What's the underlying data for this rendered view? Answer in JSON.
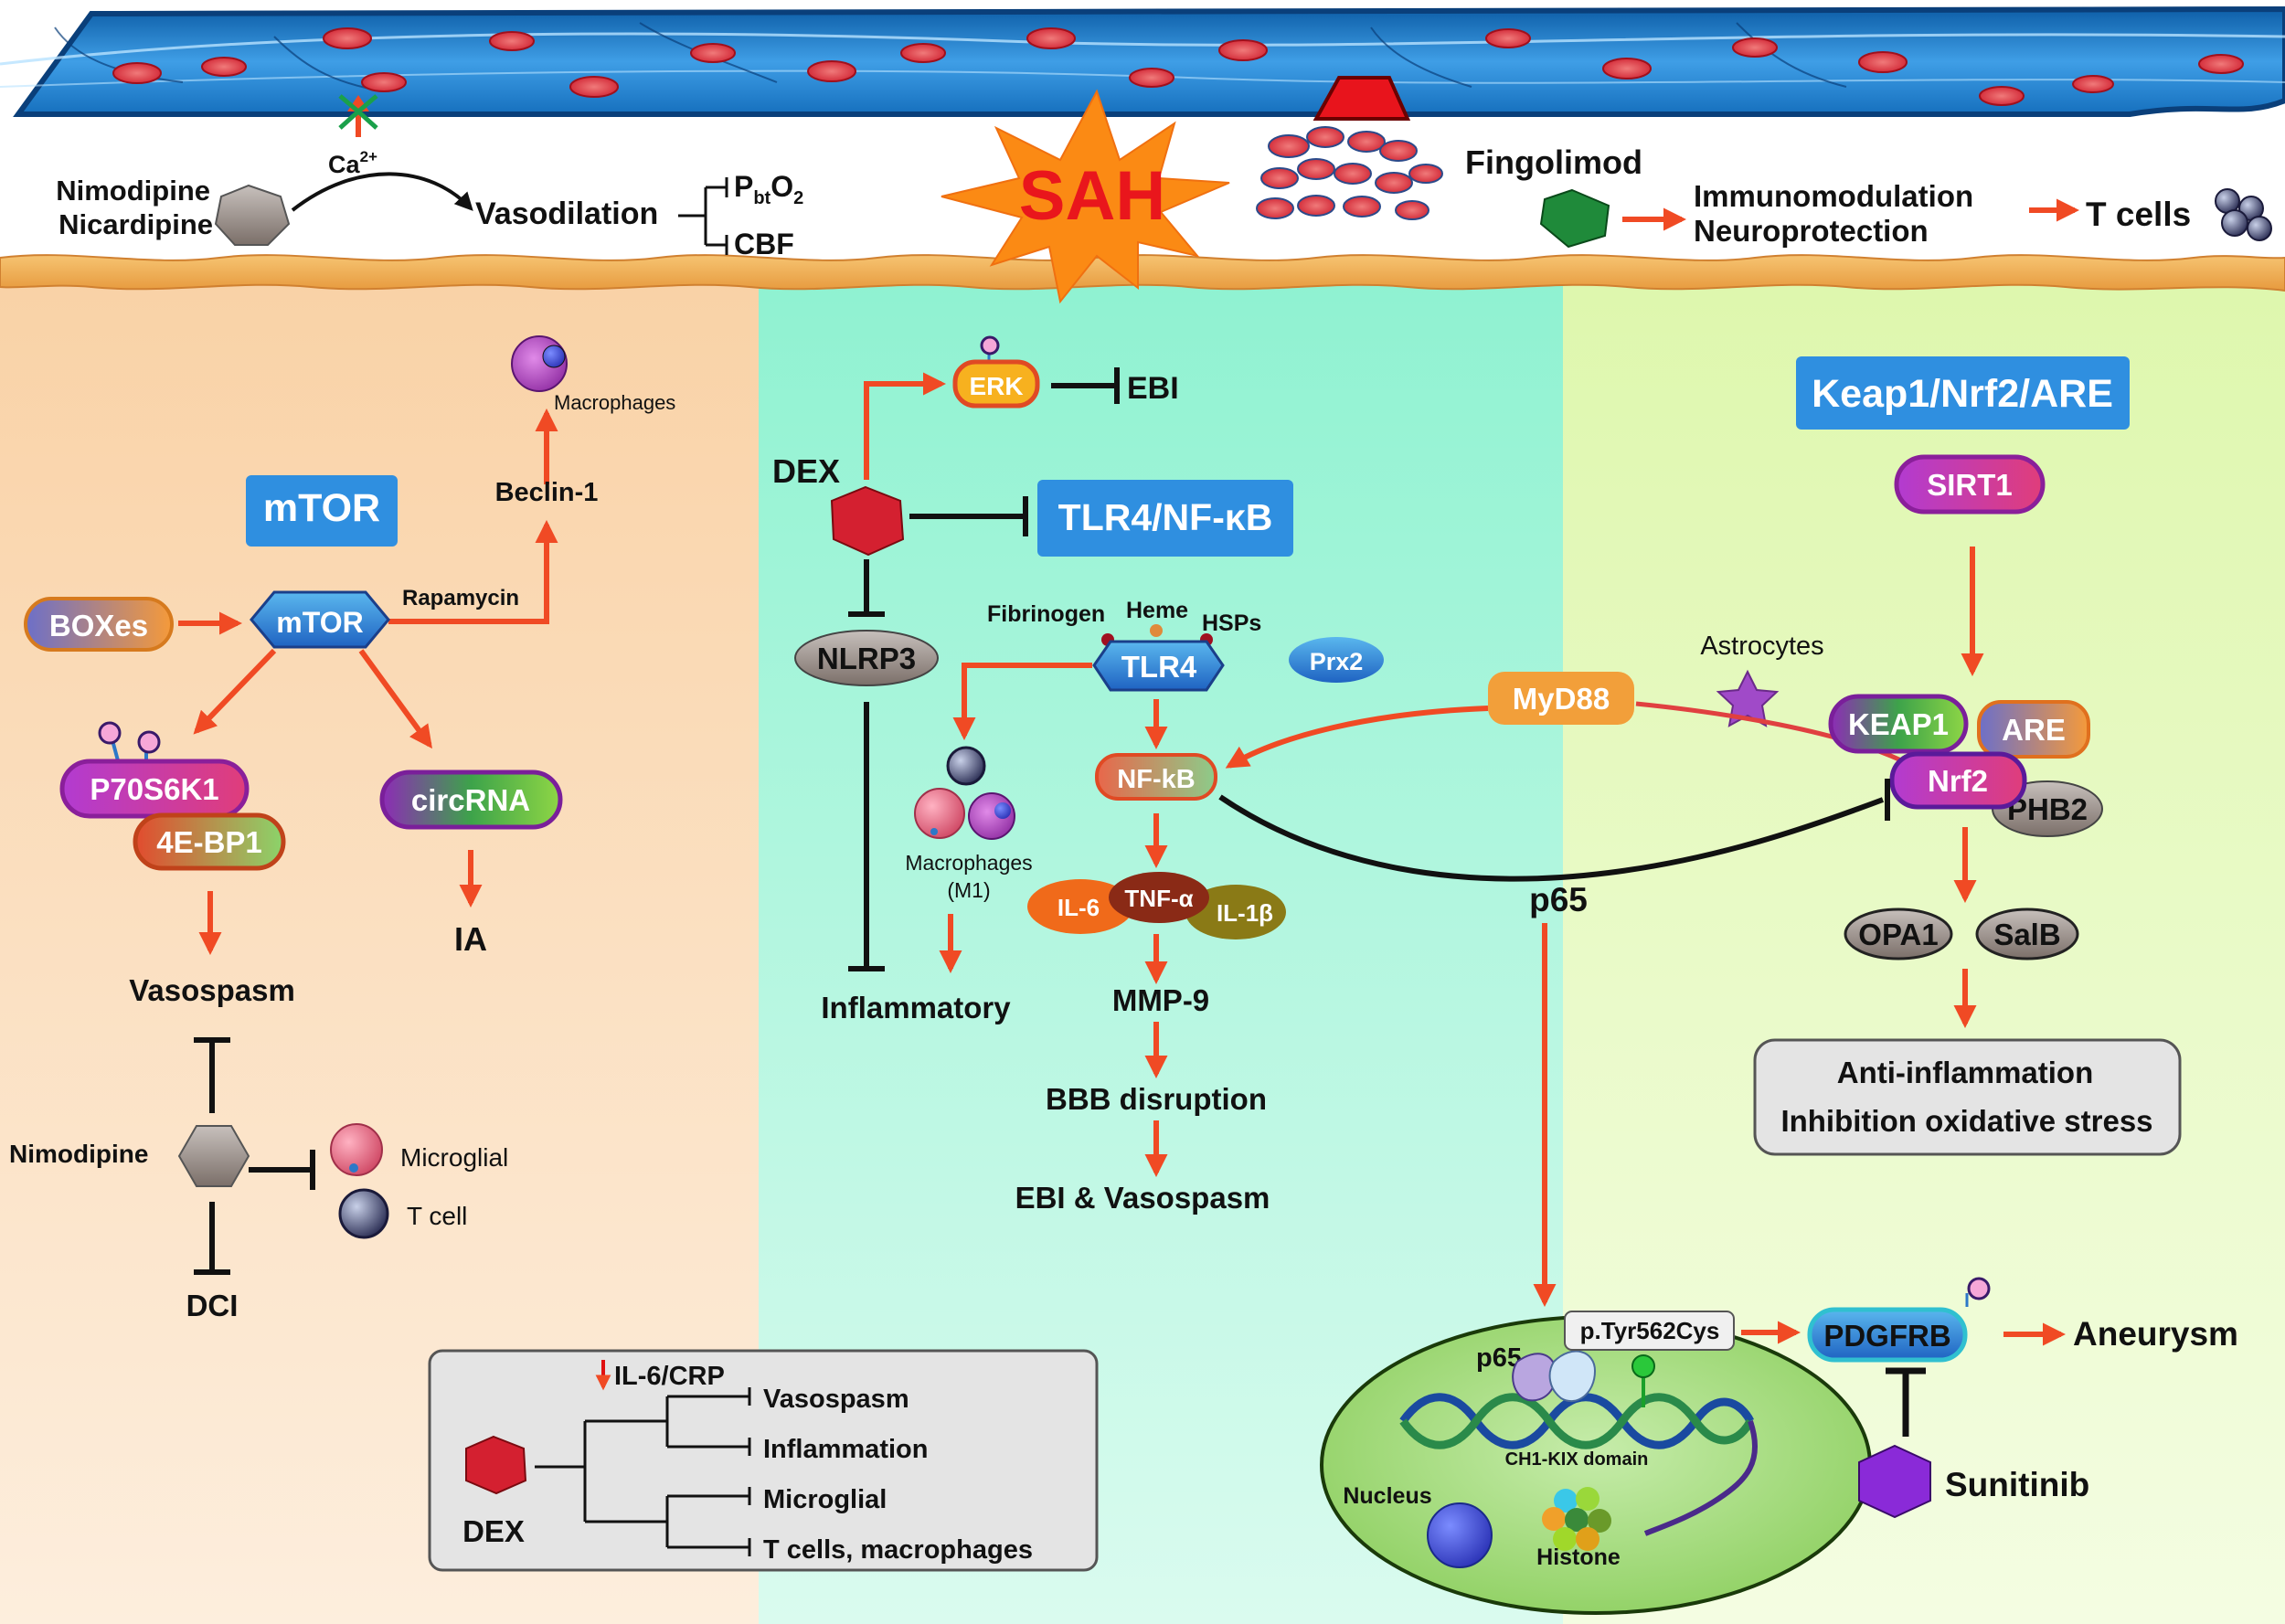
{
  "vessel": {
    "left_drug_1": "Nimodipine",
    "left_drug_2": "Nicardipine",
    "calcium": "Ca",
    "calcium_sup": "2+",
    "vasodilation": "Vasodilation",
    "pbto2_main": "P",
    "pbto2_sub": "bt",
    "pbto2_o": "O",
    "pbto2_o_sub": "2",
    "cbf": "CBF",
    "sah": "SAH",
    "fingolimod": "Fingolimod",
    "immunomodulation": "Immunomodulation",
    "neuroprotection": "Neuroprotection",
    "t_cells": "T cells"
  },
  "left_panel": {
    "title": "mTOR",
    "macrophages": "Macrophages",
    "beclin": "Beclin-1",
    "rapamycin": "Rapamycin",
    "boxes": "BOXes",
    "mtor_node": "mTOR",
    "p70": "P70S6K1",
    "ebp": "4E-BP1",
    "circrna": "circRNA",
    "ia": "IA",
    "vasospasm": "Vasospasm",
    "nimodipine": "Nimodipine",
    "microglial": "Microglial",
    "tcell": "T cell",
    "dci": "DCI"
  },
  "middle_panel": {
    "erk": "ERK",
    "ebi": "EBI",
    "dex": "DEX",
    "tlr4nfkb": "TLR4/NF-κB",
    "nlrp3": "NLRP3",
    "fibrinogen": "Fibrinogen",
    "heme": "Heme",
    "hsps": "HSPs",
    "tlr4": "TLR4",
    "prx2": "Prx2",
    "macrophages_m1_1": "Macrophages",
    "macrophages_m1_2": "(M1)",
    "inflammatory": "Inflammatory",
    "nfkb": "NF-kB",
    "il6": "IL-6",
    "tnf": "TNF-α",
    "il1b": "IL-1β",
    "mmp9": "MMP-9",
    "bbb": "BBB disruption",
    "ebi_vaso": "EBI & Vasospasm"
  },
  "legend_box": {
    "il6crp": "IL-6/CRP",
    "dex": "DEX",
    "items": [
      "Vasospasm",
      "Inflammation",
      "Microglial",
      "T cells, macrophages"
    ]
  },
  "right_panel": {
    "title": "Keap1/Nrf2/ARE",
    "sirt1": "SIRT1",
    "astrocytes": "Astrocytes",
    "myd88": "MyD88",
    "keap1": "KEAP1",
    "are": "ARE",
    "nrf2": "Nrf2",
    "phb2": "PHB2",
    "opa1": "OPA1",
    "salb": "SalB",
    "anti1": "Anti-inflammation",
    "anti2": "Inhibition oxidative stress",
    "p65": "p65",
    "nucleus_p65": "p65",
    "mutation": "p.Tyr562Cys",
    "domain": "CH1-KIX domain",
    "nucleus": "Nucleus",
    "histone": "Histone",
    "pdgfrb": "PDGFRB",
    "aneurysm": "Aneurysm",
    "sunitinib": "Sunitinib"
  },
  "colors": {
    "arrow": "#f04a24",
    "left_bg": "#fbdcb6",
    "mid_bg": "#9ff5d8",
    "right_bg": "#e3f8b8",
    "title_box": "#2f8fe0"
  }
}
